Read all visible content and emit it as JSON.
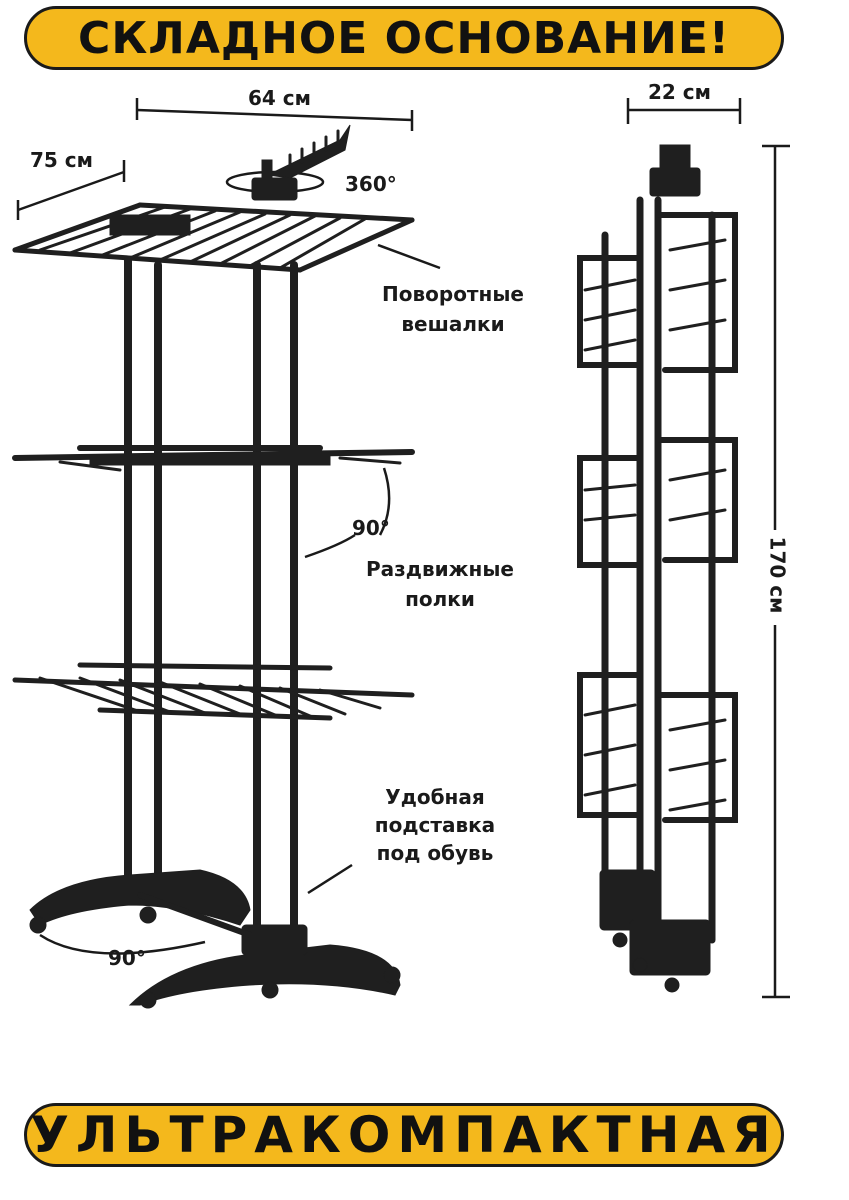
{
  "banner_top": "СКЛАДНОЕ ОСНОВАНИЕ!",
  "banner_bottom": "УЛЬТРАКОМПАКТНАЯ",
  "dims": {
    "width": "64 см",
    "depth": "75 см",
    "folded_depth": "22 см",
    "height": "170 см"
  },
  "angles": {
    "rotate": "360°",
    "shelf": "90°",
    "base": "90°"
  },
  "features": {
    "hangers_line1": "Поворотные",
    "hangers_line2": "вешалки",
    "shelves_line1": "Раздвижные",
    "shelves_line2": "полки",
    "stand_line1": "Удобная",
    "stand_line2": "подставка",
    "stand_line3": "под обувь"
  },
  "colors": {
    "banner": "#f4b81c",
    "frame": "#1f1f1f",
    "text": "#1a1a1a"
  }
}
